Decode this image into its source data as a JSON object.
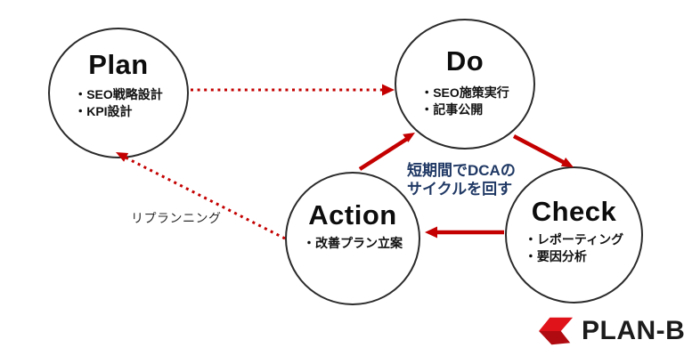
{
  "diagram": {
    "title_concept": "PDCA cycle",
    "nodes": {
      "plan": {
        "title": "Plan",
        "items": [
          "・SEO戦略設計",
          "・KPI設計"
        ]
      },
      "do": {
        "title": "Do",
        "items": [
          "・SEO施策実行",
          "・記事公開"
        ]
      },
      "check": {
        "title": "Check",
        "items": [
          "・レポーティング",
          "・要因分析"
        ]
      },
      "action": {
        "title": "Action",
        "items": [
          "・改善プラン立案"
        ]
      }
    },
    "edges": [
      {
        "from": "Plan",
        "to": "Do",
        "style": "dotted"
      },
      {
        "from": "Action",
        "to": "Do",
        "style": "solid"
      },
      {
        "from": "Do",
        "to": "Check",
        "style": "solid"
      },
      {
        "from": "Check",
        "to": "Action",
        "style": "solid"
      },
      {
        "from": "Action",
        "to": "Plan",
        "style": "dotted",
        "label": "リプランニング"
      }
    ],
    "annotations": {
      "dca_note_line1": "短期間でDCAの",
      "dca_note_line2": "サイクルを回す",
      "replanning_label": "リプランニング"
    },
    "colors": {
      "arrow_red": "#c40000",
      "note_blue": "#1f3864",
      "circle_stroke": "#2b2b2b",
      "text_black": "#111111",
      "logo_red": "#e0121a",
      "logo_red_dark": "#b00b10",
      "background": "#ffffff"
    }
  },
  "logo": {
    "text": "PLAN-B"
  }
}
